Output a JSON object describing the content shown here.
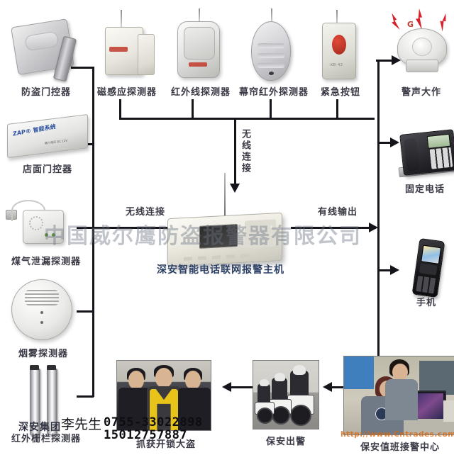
{
  "diagram": {
    "title_watermark": "中国威尔鹰防盗报警器有限公司",
    "url_watermark": "http://www.Cntrades.com",
    "brand_watermark": "深安集团",
    "center_device_label": "深安智能电话联网报警主机"
  },
  "flow_labels": {
    "wireless_vertical": "无线连接",
    "wireless_left": "无线连接",
    "wired_output": "有线输出"
  },
  "devices": {
    "door_controller": "防盗门控器",
    "shop_door_controller": "店面门控器",
    "gas_leak_detector": "煤气泄漏探测器",
    "smoke_detector": "烟雾探测器",
    "infrared_fence_detector": "红外栅栏探测器",
    "magnetic_detector": "磁感应探测器",
    "infrared_detector": "红外线探测器",
    "curtain_infrared_detector": "幕帘红外探测器",
    "emergency_button": "紧急按钮",
    "siren": "警声大作",
    "landline": "固定电话",
    "mobile": "手机"
  },
  "outcomes": {
    "arrest_thief": "抓获开锁大盗",
    "security_dispatch": "保安出警",
    "security_center": "保安值班接警中心"
  },
  "contact": {
    "name": "李先生",
    "phone": "0755-33022898",
    "mobile": "15012757887"
  },
  "device_markings": {
    "shop_brand": "ZAP® 智能系统",
    "shop_spec": "输入电压 DC 12V",
    "remote_code": "KB-42",
    "siren_mark": "G"
  },
  "colors": {
    "line": "#14141a",
    "label": "#3a3a46",
    "host_label": "#2b3f63",
    "alert_red": "#d8202a",
    "watermark": "#6c7484",
    "url": "#d66a14"
  }
}
